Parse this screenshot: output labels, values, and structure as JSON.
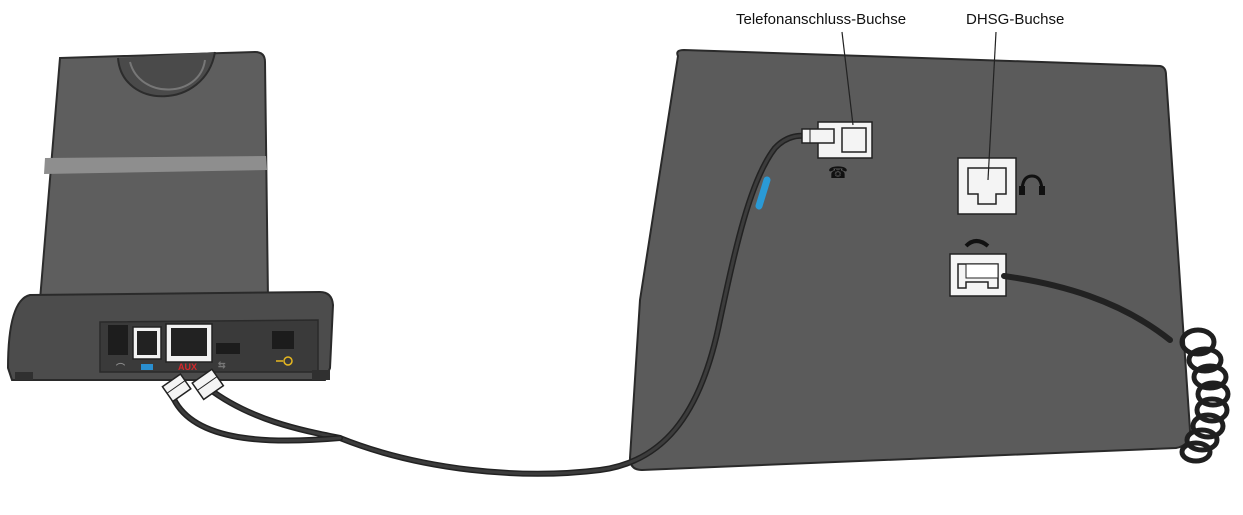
{
  "labels": {
    "phone_jack": "Telefonanschluss-Buchse",
    "dhsg_jack": "DHSG-Buchse"
  },
  "base_ports": {
    "aux": "AUX"
  },
  "icons": [
    "telephone-icon",
    "headset-icon",
    "handset-icon",
    "usb-icon",
    "power-icon",
    "phone-port-icon"
  ],
  "colors": {
    "device_body": "#5b5b5b",
    "device_dark": "#3e3e3e",
    "cable": "#2b2b2b",
    "cable_marker_blue": "#2a9ad6",
    "aux_red": "#d6282b",
    "phone_port_blue": "#2a8fd0",
    "power_yellow": "#e7b820"
  }
}
